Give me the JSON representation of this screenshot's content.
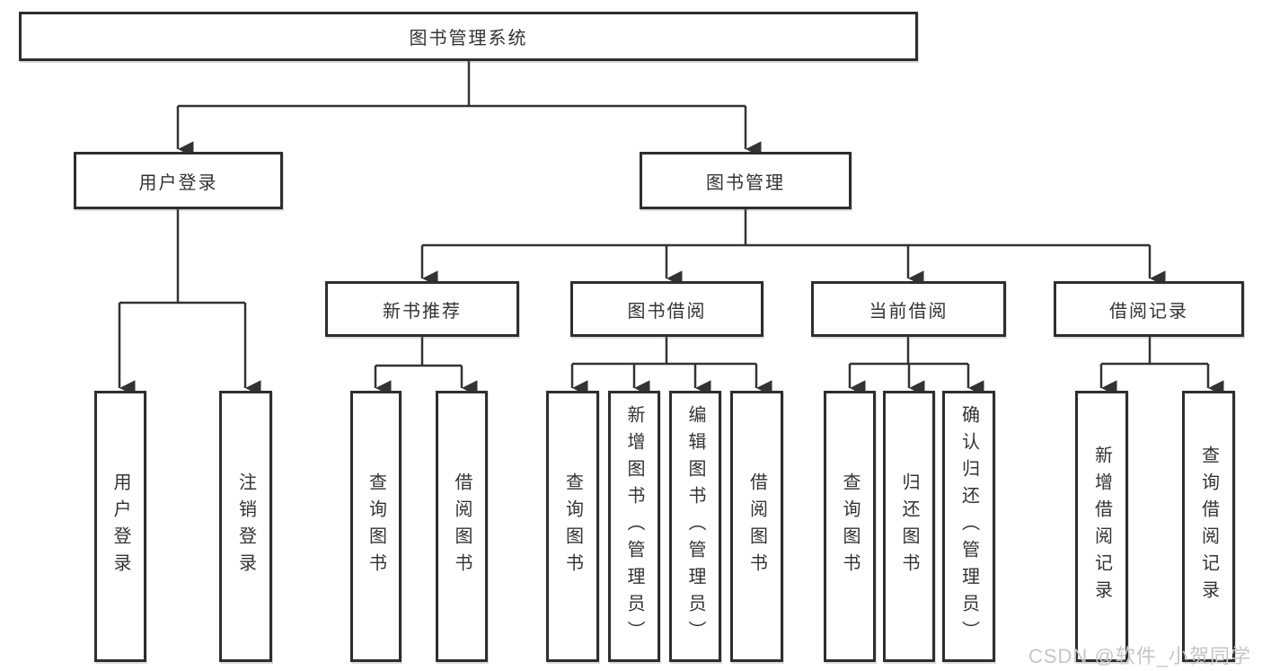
{
  "colors": {
    "background": "#ffffff",
    "box_border": "#2e2e2e",
    "line": "#333333",
    "text": "#333333",
    "watermark": "#c6c6c6"
  },
  "watermark": {
    "text": "CSDN @软件_小贺同学"
  },
  "tree": {
    "root": {
      "label": "图书管理系统"
    },
    "branches": [
      {
        "label": "用户登录",
        "children": [
          {
            "label": "用户登录"
          },
          {
            "label": "注销登录"
          }
        ]
      },
      {
        "label": "图书管理",
        "children": [
          {
            "label": "新书推荐",
            "children": [
              {
                "label": "查询图书"
              },
              {
                "label": "借阅图书"
              }
            ]
          },
          {
            "label": "图书借阅",
            "children": [
              {
                "label": "查询图书"
              },
              {
                "label": "新增图书（管理员）"
              },
              {
                "label": "编辑图书（管理员）"
              },
              {
                "label": "借阅图书"
              }
            ]
          },
          {
            "label": "当前借阅",
            "children": [
              {
                "label": "查询图书"
              },
              {
                "label": "归还图书"
              },
              {
                "label": "确认归还（管理员）"
              }
            ]
          },
          {
            "label": "借阅记录",
            "children": [
              {
                "label": "新增借阅记录"
              },
              {
                "label": "查询借阅记录"
              }
            ]
          }
        ]
      }
    ]
  }
}
